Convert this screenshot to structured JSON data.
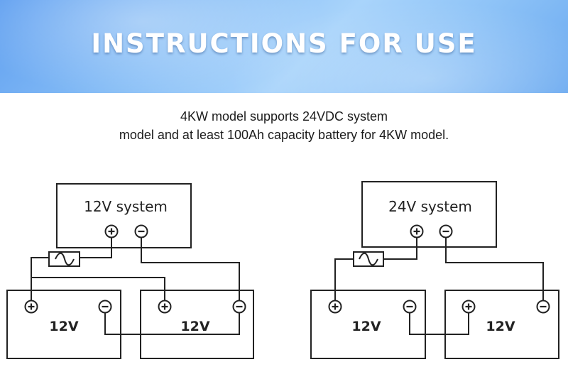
{
  "header": {
    "title": "INSTRUCTIONS FOR USE"
  },
  "description": {
    "line1": "4KW model supports 24VDC system",
    "line2": "model and at least 100Ah capacity battery for  4KW model."
  },
  "diagram_12v": {
    "system_label": "12V system",
    "battery_1_label": "12V",
    "battery_2_label": "12V"
  },
  "diagram_24v": {
    "system_label": "24V system",
    "battery_1_label": "12V",
    "battery_2_label": "12V"
  },
  "terminal_symbols": {
    "positive": "+",
    "negative": "−"
  },
  "colors": {
    "banner_blue": "#86bdf6",
    "line": "#222222"
  }
}
